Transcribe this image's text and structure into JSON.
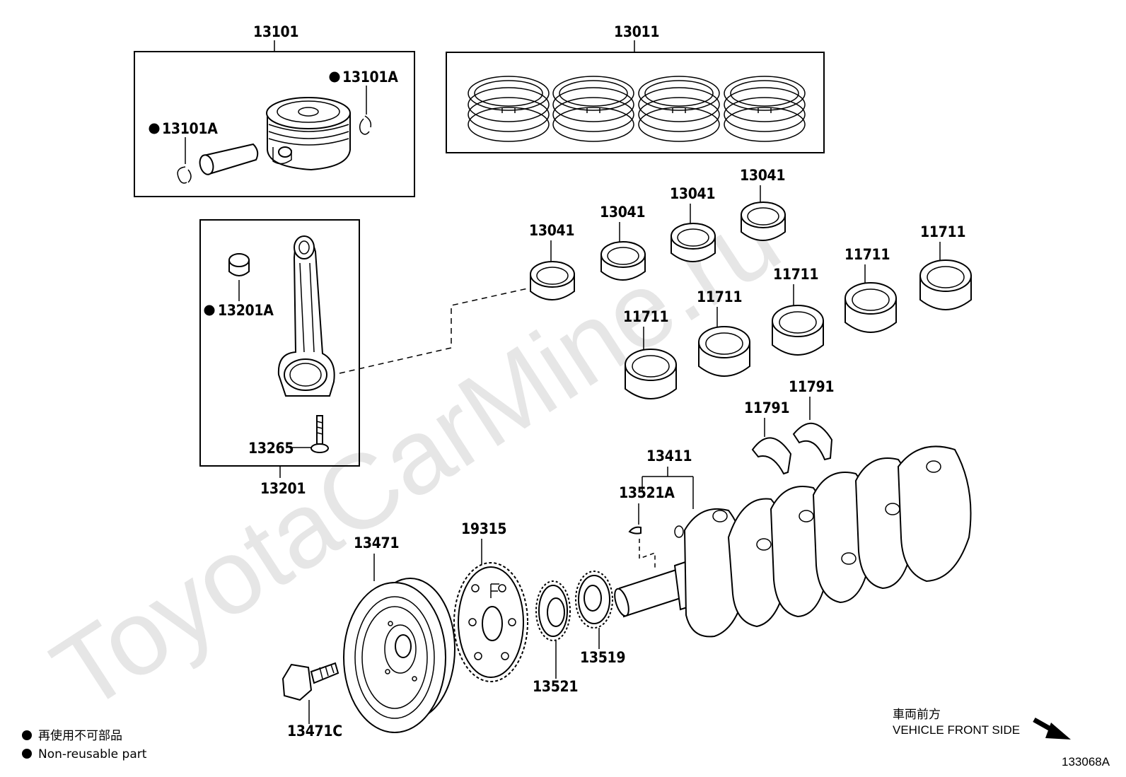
{
  "watermark": "ToyotaCarMine.ru",
  "callouts": {
    "piston_set": "13101",
    "snap_ring_left": "13101A",
    "snap_ring_right": "13101A",
    "ring_set": "13011",
    "rod_bush": "13201A",
    "rod_bolt": "13265",
    "rod_assy": "13201",
    "rod_bearing_1": "13041",
    "rod_bearing_2": "13041",
    "rod_bearing_3": "13041",
    "rod_bearing_4": "13041",
    "main_bearing_1": "11711",
    "main_bearing_2": "11711",
    "main_bearing_3": "11711",
    "main_bearing_4": "11711",
    "main_bearing_5": "11711",
    "thrust_washer_1": "11791",
    "thrust_washer_2": "11791",
    "crankshaft": "13411",
    "crank_key": "13521A",
    "pulley": "13471",
    "timing_rotor": "19315",
    "crank_gear": "13521",
    "crank_sprocket": "13519",
    "pulley_bolt": "13471C"
  },
  "legend": {
    "jp": "再使用不可部品",
    "en": "Non-reusable part"
  },
  "front": {
    "jp": "車両前方",
    "en": "VEHICLE FRONT SIDE"
  },
  "figure_code": "133068A"
}
